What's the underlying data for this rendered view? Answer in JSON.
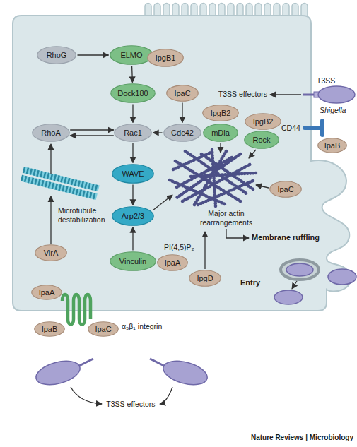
{
  "diagram": {
    "nodes": [
      {
        "text": [
          "RhoG"
        ]
      },
      {
        "text": [
          "ELMO"
        ]
      },
      {
        "text": [
          "IpgB1"
        ]
      },
      {
        "text": [
          "Dock180"
        ]
      },
      {
        "text": [
          "IpaC"
        ]
      },
      {
        "text": [
          "IpgB2"
        ]
      },
      {
        "text": [
          "IpgB2"
        ]
      },
      {
        "text": [
          "mDia"
        ]
      },
      {
        "text": [
          "Rock"
        ]
      },
      {
        "text": [
          "RhoA"
        ]
      },
      {
        "text": [
          "Rac1"
        ]
      },
      {
        "text": [
          "Cdc42"
        ]
      },
      {
        "text": [
          "IpaB"
        ]
      },
      {
        "text": [
          "WAVE"
        ]
      },
      {
        "text": [
          "IpaC"
        ]
      },
      {
        "text": [
          "Arp2/3"
        ]
      },
      {
        "text": [
          "VirA"
        ]
      },
      {
        "text": [
          "Vinculin"
        ]
      },
      {
        "text": [
          "IpaA"
        ]
      },
      {
        "text": [
          "IpgD"
        ]
      },
      {
        "text": [
          "IpaA"
        ]
      },
      {
        "text": [
          "IpaC"
        ]
      },
      {
        "text": [
          "IpaB"
        ]
      }
    ],
    "edges": [
      {
        "from": 0,
        "to": 1,
        "arrow": "to"
      },
      {
        "from": 1,
        "to": 3,
        "arrow": "to"
      },
      {
        "from": 3,
        "to": 10,
        "arrow": "to"
      },
      {
        "from": 4,
        "to": 11,
        "arrow": "to"
      },
      {
        "from": 11,
        "to": 10,
        "arrow": "to"
      },
      {
        "from": 9,
        "to": 10,
        "arrow": "to"
      },
      {
        "from": 10,
        "to": 9,
        "arrow": "to"
      },
      {
        "from": 10,
        "to": 13,
        "arrow": "to"
      },
      {
        "from": 13,
        "to": 15,
        "arrow": "to"
      },
      {
        "from": 17,
        "to": 15,
        "arrow": "to"
      }
    ],
    "labels": [
      "T3SS",
      "Shigella",
      "T3SS effectors",
      "CD44",
      "Microtubule destabilization",
      "Major actin rearrangements",
      "PI(4,5)P₂",
      "Membrane ruffling",
      "Entry",
      "α₅β₁ integrin",
      "T3SS effectors",
      "Nature Reviews | Microbiology"
    ]
  }
}
